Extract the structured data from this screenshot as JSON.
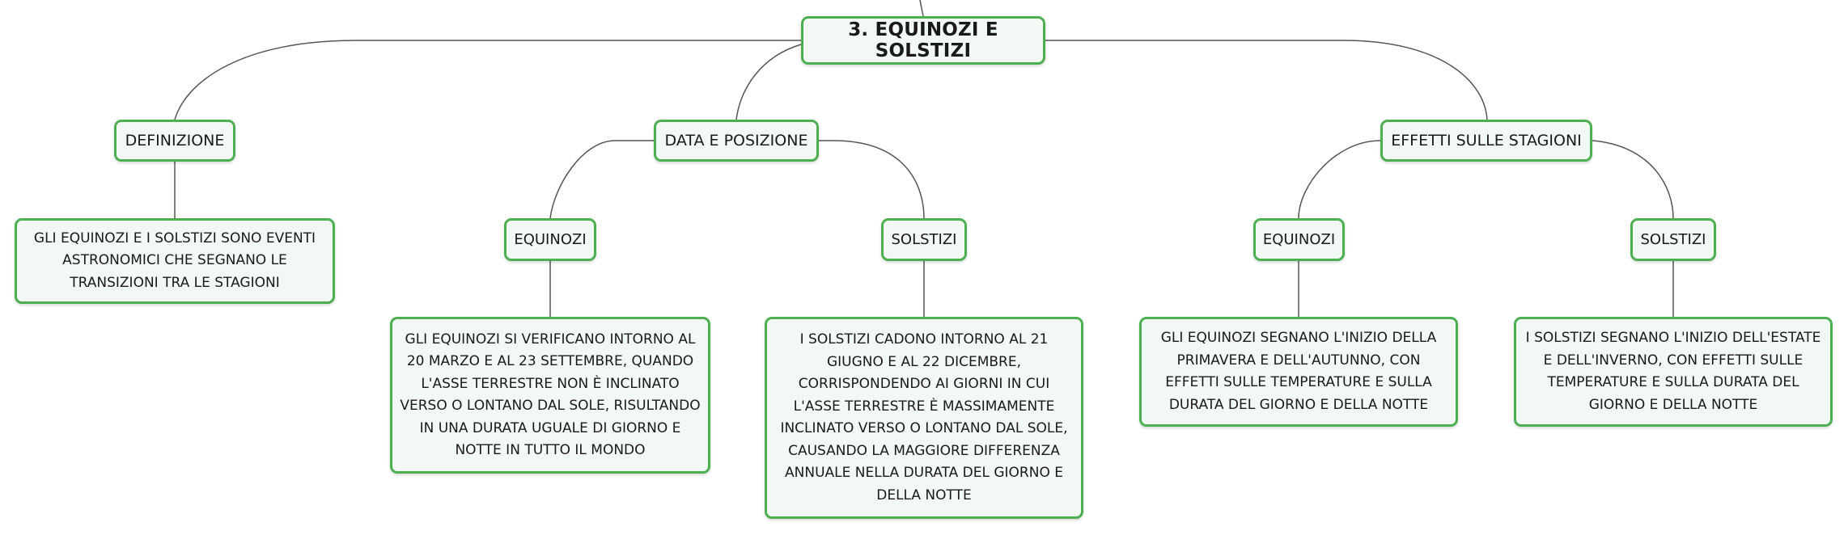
{
  "map": {
    "root": "3. EQUINOZI E SOLSTIZI",
    "definizione": {
      "label": "DEFINIZIONE",
      "text": "GLI EQUINOZI E I SOLSTIZI SONO EVENTI ASTRONOMICI CHE SEGNANO LE TRANSIZIONI TRA LE STAGIONI"
    },
    "data_posizione": {
      "label": "DATA E POSIZIONE",
      "equinozi": {
        "label": "EQUINOZI",
        "text": "GLI EQUINOZI SI VERIFICANO INTORNO AL 20 MARZO E AL 23 SETTEMBRE, QUANDO L'ASSE TERRESTRE NON È INCLINATO VERSO O LONTANO DAL SOLE, RISULTANDO IN UNA DURATA UGUALE DI GIORNO E NOTTE IN TUTTO IL MONDO"
      },
      "solstizi": {
        "label": "SOLSTIZI",
        "text": "I SOLSTIZI CADONO INTORNO AL 21 GIUGNO E AL 22 DICEMBRE, CORRISPONDENDO AI GIORNI IN CUI L'ASSE TERRESTRE È MASSIMAMENTE INCLINATO VERSO O LONTANO DAL SOLE, CAUSANDO LA MAGGIORE DIFFERENZA ANNUALE NELLA DURATA DEL GIORNO E DELLA NOTTE"
      }
    },
    "effetti": {
      "label": "EFFETTI SULLE STAGIONI",
      "equinozi": {
        "label": "EQUINOZI",
        "text": "GLI EQUINOZI SEGNANO L'INIZIO DELLA PRIMAVERA E DELL'AUTUNNO, CON EFFETTI SULLE TEMPERATURE E SULLA DURATA DEL GIORNO E DELLA NOTTE"
      },
      "solstizi": {
        "label": "SOLSTIZI",
        "text": "I SOLSTIZI SEGNANO L'INIZIO DELL'ESTATE E DELL'INVERNO, CON EFFETTI SULLE TEMPERATURE E SULLA DURATA DEL GIORNO E DELLA NOTTE"
      }
    }
  }
}
